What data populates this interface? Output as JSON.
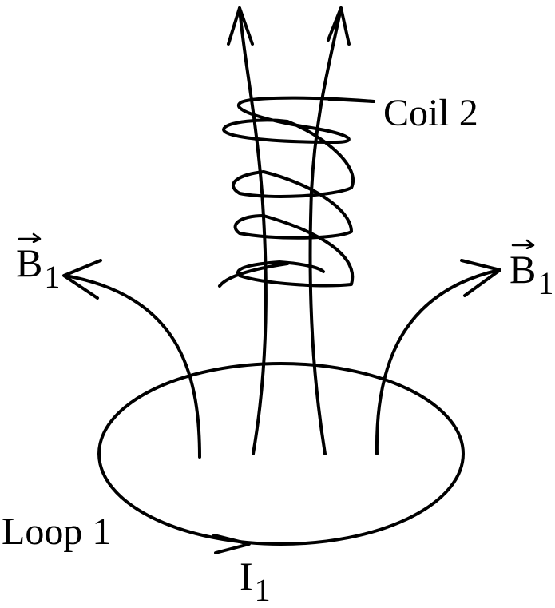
{
  "labels": {
    "coil": "Coil 2",
    "loop": "Loop 1",
    "current_symbol": "I",
    "current_subscript": "1",
    "field_symbol": "B",
    "field_subscript": "1"
  },
  "colors": {
    "stroke": "#000000",
    "background": "#ffffff"
  }
}
